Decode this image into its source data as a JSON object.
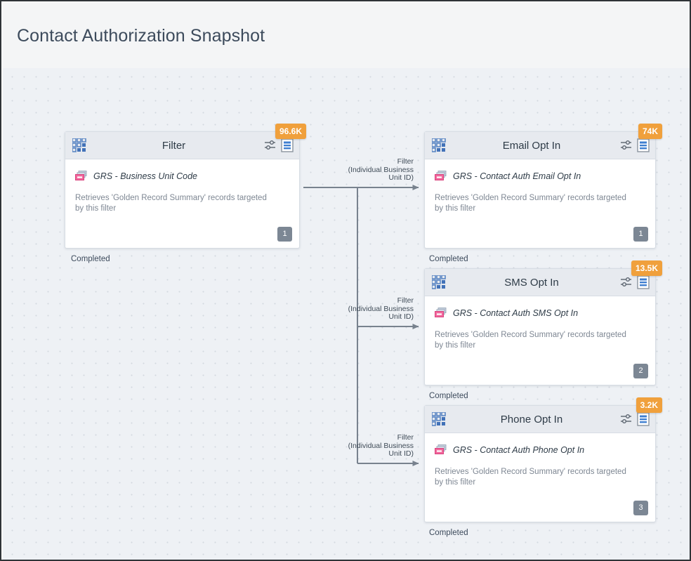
{
  "header": {
    "title": "Contact Authorization Snapshot"
  },
  "canvas": {
    "background_color": "#eef1f5",
    "dot_color": "#d3d9e0"
  },
  "colors": {
    "badge_orange": "#f0a03c",
    "seq_gray": "#7c8794",
    "header_bg": "#e7eaef",
    "title_text": "#3d4b5c",
    "stack_icon_pink": "#f2679c",
    "grid_icon_blue": "#5b86c4",
    "edge_line": "#78828e"
  },
  "nodes": [
    {
      "id": "filter",
      "title": "Filter",
      "count_badge": "96.6K",
      "source": "GRS - Business Unit Code",
      "description": "Retrieves 'Golden Record Summary' records targeted by this filter",
      "sequence": "1",
      "status": "Completed",
      "icons": {
        "grid": "grid-3x3-icon",
        "settings": "sliders-icon",
        "report": "document-icon",
        "source": "data-stack-icon"
      }
    },
    {
      "id": "email-opt-in",
      "title": "Email Opt In",
      "count_badge": "74K",
      "source": "GRS - Contact Auth Email Opt In",
      "description": "Retrieves 'Golden Record Summary' records targeted by this filter",
      "sequence": "1",
      "status": "Completed",
      "icons": {
        "grid": "grid-3x3-icon",
        "settings": "sliders-icon",
        "report": "document-icon",
        "source": "data-stack-icon"
      }
    },
    {
      "id": "sms-opt-in",
      "title": "SMS Opt In",
      "count_badge": "13.5K",
      "source": "GRS - Contact Auth SMS Opt In",
      "description": "Retrieves 'Golden Record Summary' records targeted by this filter",
      "sequence": "2",
      "status": "Completed",
      "icons": {
        "grid": "grid-3x3-icon",
        "settings": "sliders-icon",
        "report": "document-icon",
        "source": "data-stack-icon"
      }
    },
    {
      "id": "phone-opt-in",
      "title": "Phone Opt In",
      "count_badge": "3.2K",
      "source": "GRS - Contact Auth Phone Opt In",
      "description": "Retrieves 'Golden Record Summary' records targeted by this filter",
      "sequence": "3",
      "status": "Completed",
      "icons": {
        "grid": "grid-3x3-icon",
        "settings": "sliders-icon",
        "report": "document-icon",
        "source": "data-stack-icon"
      }
    }
  ],
  "edges": [
    {
      "id": "edge-email",
      "from": "filter",
      "to": "email-opt-in",
      "label": "Filter\n(Individual Business\nUnit ID)"
    },
    {
      "id": "edge-sms",
      "from": "filter",
      "to": "sms-opt-in",
      "label": "Filter\n(Individual Business\nUnit ID)"
    },
    {
      "id": "edge-phone",
      "from": "filter",
      "to": "phone-opt-in",
      "label": "Filter\n(Individual Business\nUnit ID)"
    }
  ]
}
